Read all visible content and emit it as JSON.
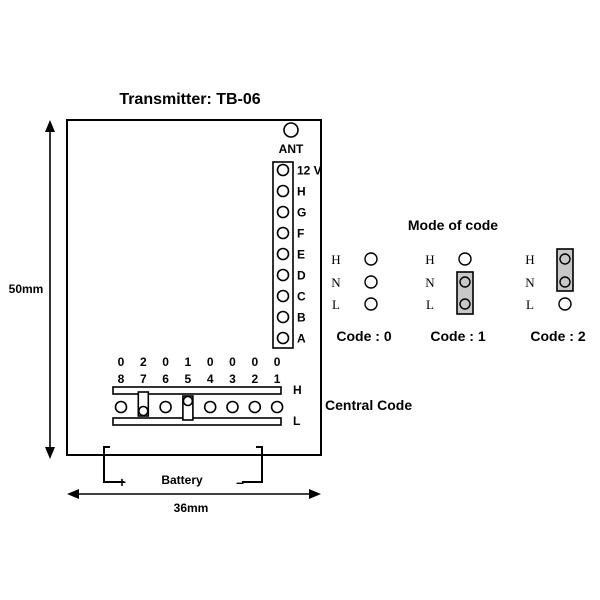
{
  "title": "Transmitter: TB-06",
  "antenna_label": "ANT",
  "dimension_height": "50mm",
  "dimension_width": "36mm",
  "battery": {
    "label": "Battery",
    "plus": "+",
    "minus": "–"
  },
  "side_pins": [
    "12 V",
    "H",
    "G",
    "F",
    "E",
    "D",
    "C",
    "B",
    "A"
  ],
  "central_code": {
    "label": "Central Code",
    "code_digits": [
      "0",
      "2",
      "0",
      "1",
      "0",
      "0",
      "0",
      "0"
    ],
    "pin_numbers": [
      "8",
      "7",
      "6",
      "5",
      "4",
      "3",
      "2",
      "1"
    ],
    "rail_labels": {
      "high": "H",
      "low": "L"
    }
  },
  "mode_of_code": {
    "title": "Mode of code",
    "row_labels": [
      "H",
      "N",
      "L"
    ],
    "codes": [
      {
        "label": "Code : 0",
        "jumper": "none"
      },
      {
        "label": "Code : 1",
        "jumper": "N-L"
      },
      {
        "label": "Code : 2",
        "jumper": "H-N"
      }
    ]
  },
  "colors": {
    "stroke": "#000000",
    "jumper_fill": "#c8c8c8",
    "background": "#ffffff"
  }
}
